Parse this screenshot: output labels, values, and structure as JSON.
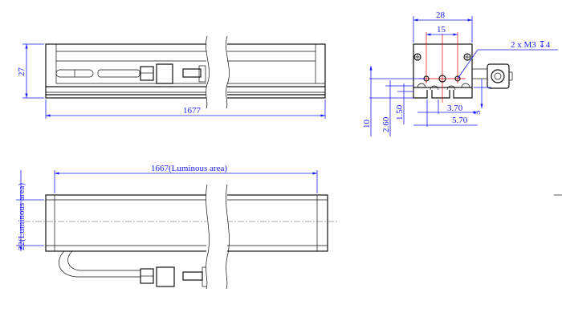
{
  "top_view": {
    "length_dim": "1677",
    "height_dim": "27"
  },
  "bottom_view": {
    "luminous_length_dim": "1667(Luminous area)",
    "luminous_width_dim": "22(Luminous area)"
  },
  "end_view": {
    "width_dim": "28",
    "hole_spacing_dim": "15",
    "hole_callout": "2 x M3 ↧4",
    "dim_10": "10",
    "dim_2_60": "2.60",
    "dim_1_50": "1.50",
    "dim_3_70": "3.70",
    "dim_5_70": "5.70",
    "dim_5": "5"
  },
  "colors": {
    "dimension": "#1a1aff",
    "centerline": "#e00000",
    "outline": "#111111"
  }
}
